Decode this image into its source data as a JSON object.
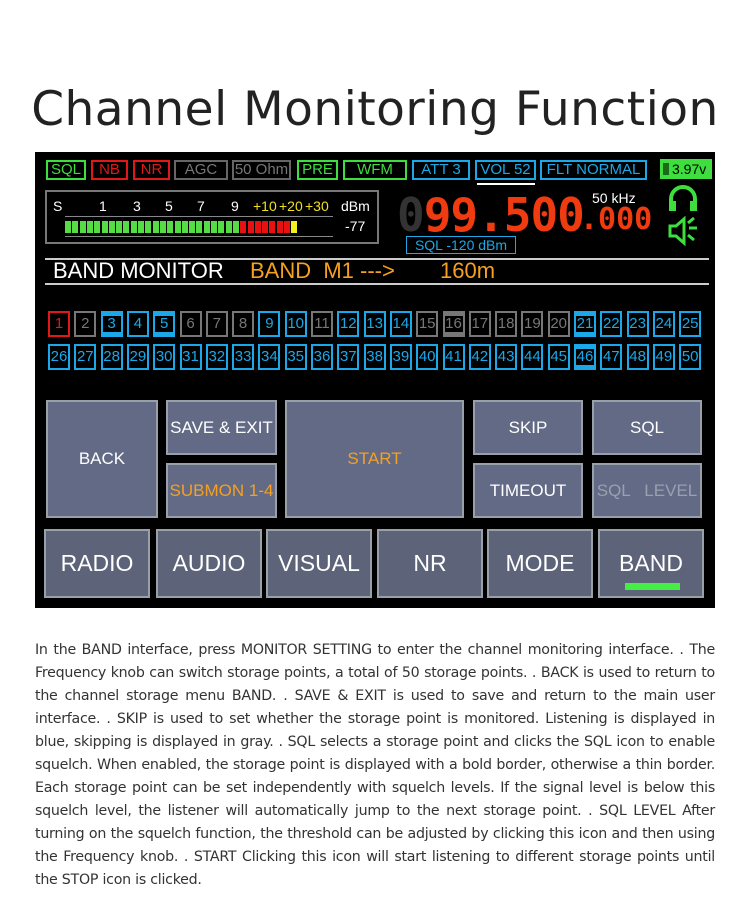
{
  "title": "Channel Monitoring Function",
  "status_tags": [
    {
      "label": "SQL",
      "color": "g"
    },
    {
      "label": "NB",
      "color": "r"
    },
    {
      "label": "NR",
      "color": "r"
    },
    {
      "label": "AGC",
      "color": "gr"
    },
    {
      "label": "50 Ohm",
      "color": "gr"
    },
    {
      "label": "PRE",
      "color": "g"
    },
    {
      "label": "WFM",
      "color": "g"
    },
    {
      "label": "ATT 3",
      "color": "b"
    },
    {
      "label": "VOL 52",
      "color": "b"
    },
    {
      "label": "FLT NORMAL",
      "color": "b"
    }
  ],
  "battery": "3.97v",
  "meter": {
    "scale": [
      "S",
      "1",
      "3",
      "5",
      "7",
      "9",
      "+10",
      "+20",
      "+30"
    ],
    "unit": "dBm",
    "value": "-77",
    "green_segments": 24,
    "red_segments": 7,
    "yellow_segments": 1
  },
  "frequency": {
    "main": "99.500",
    "fraction": ".000",
    "step": "50 kHz",
    "sql": "SQL -120 dBm"
  },
  "band_monitor": {
    "label": "BAND MONITOR",
    "band": "BAND  M1 --->",
    "value": "160m"
  },
  "channels": {
    "count": 50,
    "active": [
      1
    ],
    "gray": [
      2,
      6,
      7,
      8,
      11,
      15,
      16,
      17,
      18,
      19,
      20
    ],
    "bold": [
      3,
      5,
      16,
      21,
      46
    ]
  },
  "buttons": {
    "back": "BACK",
    "save_exit": "SAVE & EXIT",
    "submon": "SUBMON  1-4",
    "start": "START",
    "skip": "SKIP",
    "sql": "SQL",
    "timeout": "TIMEOUT",
    "sql_level": "SQL   LEVEL"
  },
  "nav": [
    "RADIO",
    "AUDIO",
    "VISUAL",
    "NR",
    "MODE",
    "BAND"
  ],
  "description": "In the BAND interface, press MONITOR SETTING to enter the channel monitoring interface. . The Frequency knob can switch storage points, a total of 50 storage points. . BACK is used to return to the channel storage menu BAND. . SAVE & EXIT is used to save and return to the main user interface. . SKIP is used to set whether the storage point is monitored. Listening is displayed in blue, skipping is displayed in gray. . SQL selects a storage point and clicks the SQL icon to enable squelch. When enabled, the storage point is displayed with a bold border, otherwise a thin border. Each storage point can be set independently with squelch levels. If the signal level is below this squelch level, the listener will automatically jump to the next storage point. . SQL LEVEL After turning on the squelch function, the threshold can be adjusted by clicking this icon and then using the Frequency knob. . START Clicking this icon will start listening to different storage points until the STOP icon is clicked."
}
